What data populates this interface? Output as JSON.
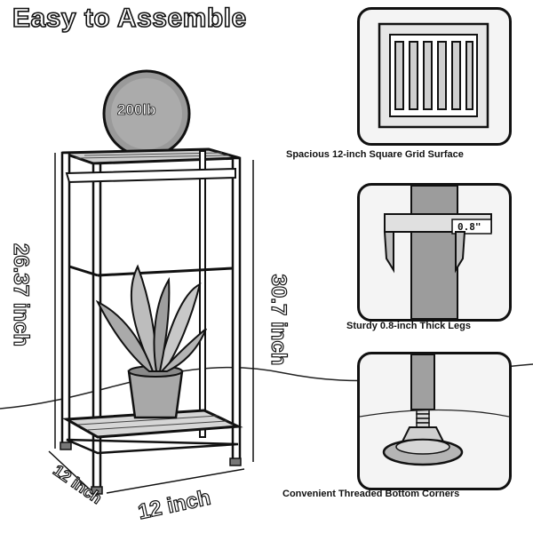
{
  "heading": "Easy to Assemble",
  "product": {
    "weight_label": "200lb",
    "height_left": "26.37 inch",
    "height_right": "30.7 inch",
    "width_label": "12 inch",
    "depth_label": "12 inch"
  },
  "features": [
    {
      "caption": "Spacious 12-inch Square Grid Surface",
      "icon": "grid-surface-icon"
    },
    {
      "caption": "Sturdy 0.8-inch Thick Legs",
      "icon": "caliper-leg-icon",
      "gauge": "0.8\""
    },
    {
      "caption": "Convenient Threaded Bottom Corners",
      "icon": "threaded-foot-icon"
    }
  ]
}
